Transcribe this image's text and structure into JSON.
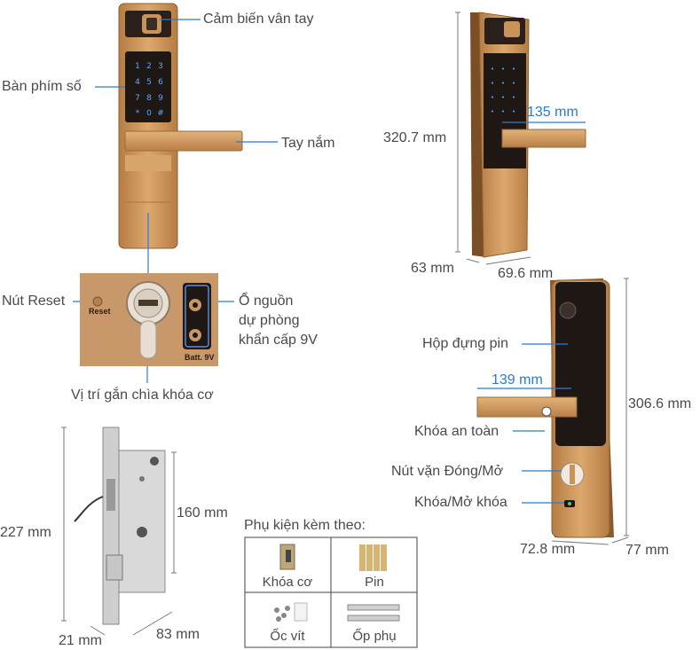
{
  "front": {
    "fingerprint_label": "Cảm biến vân tay",
    "keypad_label": "Bàn phím số",
    "handle_label": "Tay nắm",
    "reset_label": "Nút Reset",
    "reset_text": "Reset",
    "battery_label_lines": [
      "Ổ nguồn",
      "dự phòng",
      "khẩn cấp 9V"
    ],
    "battery_text": "Batt. 9V",
    "key_label": "Vị trí gắn chìa khóa cơ",
    "keypad_keys": [
      "1",
      "2",
      "3",
      "4",
      "5",
      "6",
      "7",
      "8",
      "9",
      "*",
      "0",
      "#"
    ]
  },
  "side": {
    "height": "320.7 mm",
    "handle_length": "135 mm",
    "depth": "63 mm",
    "width": "69.6 mm"
  },
  "back": {
    "battery_box_label": "Hộp đựng pin",
    "handle_length": "139 mm",
    "safety_lock_label": "Khóa an toàn",
    "knob_label": "Nút vặn Đóng/Mở",
    "lock_unlock_label": "Khóa/Mở khóa",
    "height": "306.6 mm",
    "width": "72.8 mm",
    "depth": "77 mm"
  },
  "mortise": {
    "height": "227 mm",
    "inner_height": "160 mm",
    "depth": "21 mm",
    "width": "83 mm"
  },
  "accessories": {
    "title": "Phụ kiện kèm theo:",
    "items": [
      "Khóa cơ",
      "Pin",
      "Ốc vít",
      "Ốp phụ"
    ]
  },
  "colors": {
    "gold": "#c9935a",
    "gold_dark": "#a8743f",
    "panel_black": "#1e1714",
    "dimension_line": "#7a7a7a",
    "accent_blue": "#2b7bd1"
  }
}
